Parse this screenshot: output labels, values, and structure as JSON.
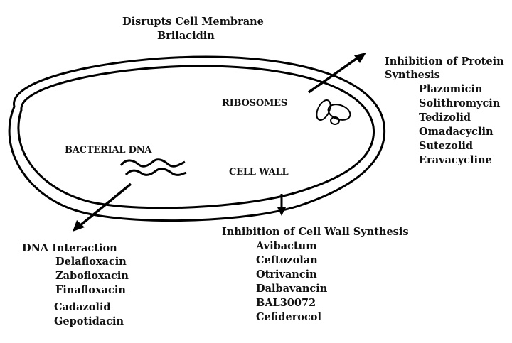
{
  "membrane": {
    "heading": "Disrupts Cell Membrane",
    "drugs": [
      "Brilacidin"
    ]
  },
  "structures": {
    "ribosomes": "RIBOSOMES",
    "dna": "BACTERIAL DNA",
    "cell_wall": "CELL WALL"
  },
  "protein_synthesis": {
    "heading_line1": "Inhibition of Protein",
    "heading_line2": "Synthesis",
    "drugs": [
      "Plazomicin",
      "Solithromycin",
      "Tedizolid",
      "Omadacyclin",
      "Sutezolid",
      "Eravacycline"
    ]
  },
  "dna_interaction": {
    "heading": "DNA Interaction",
    "drugs": [
      "Delafloxacin",
      "Zabofloxacin",
      "Finafloxacin",
      "Cadazolid",
      "Gepotidacin"
    ]
  },
  "cell_wall_synthesis": {
    "heading": "Inhibition of Cell Wall Synthesis",
    "drugs": [
      "Avibactum",
      "Ceftozolan",
      "Otrivancin",
      "Dalbavancin",
      "BAL30072",
      "Cefiderocol"
    ]
  },
  "colors": {
    "ink": "#000000",
    "text": "#111111",
    "background": "#ffffff"
  }
}
